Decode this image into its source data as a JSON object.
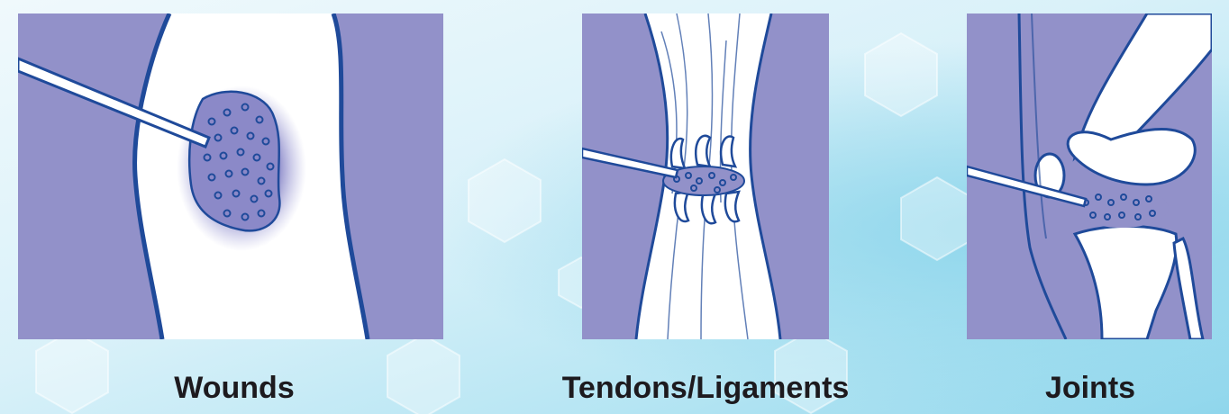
{
  "colors": {
    "background_light": "#e6f6fb",
    "background_cyan": "#9fdcee",
    "panel_fill": "#9291c9",
    "outline_blue": "#1f4a9a",
    "tissue_white": "#ffffff",
    "caption_text": "#1d1a1e"
  },
  "panels": [
    {
      "id": "wounds",
      "label": "Wounds",
      "icon": "wound-injection-illustration"
    },
    {
      "id": "tendons",
      "label": "Tendons/Ligaments",
      "icon": "tendon-injection-illustration"
    },
    {
      "id": "joints",
      "label": "Joints",
      "icon": "knee-joint-injection-illustration"
    }
  ]
}
